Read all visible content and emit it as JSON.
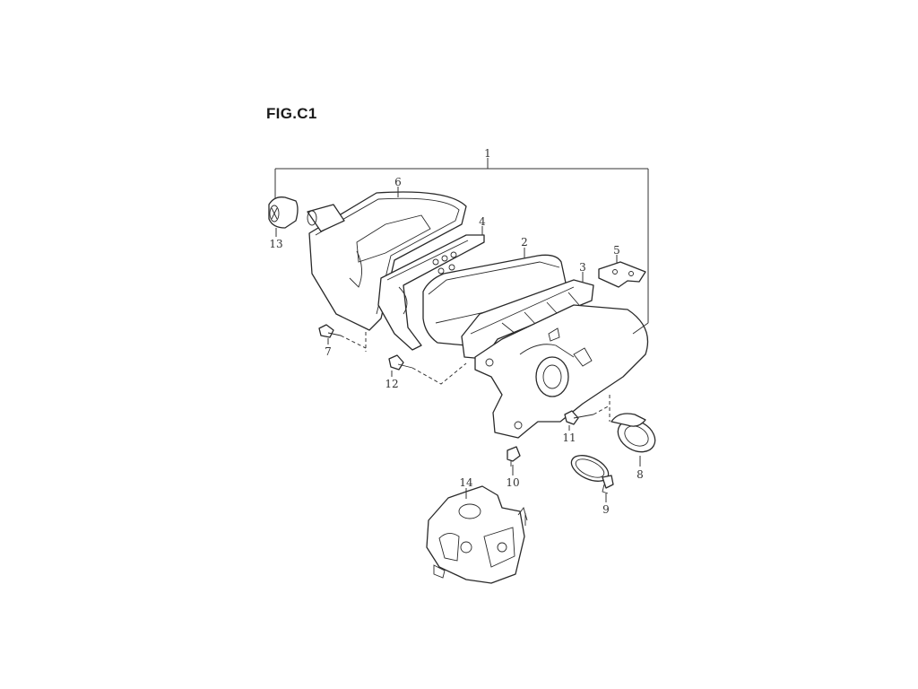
{
  "figure": {
    "title": "FIG.C1"
  },
  "callouts": [
    {
      "id": "1",
      "label": "1"
    },
    {
      "id": "2",
      "label": "2"
    },
    {
      "id": "3",
      "label": "3"
    },
    {
      "id": "4",
      "label": "4"
    },
    {
      "id": "5",
      "label": "5"
    },
    {
      "id": "6",
      "label": "6"
    },
    {
      "id": "7",
      "label": "7"
    },
    {
      "id": "8",
      "label": "8"
    },
    {
      "id": "9",
      "label": "9"
    },
    {
      "id": "10",
      "label": "10"
    },
    {
      "id": "11",
      "label": "11"
    },
    {
      "id": "12",
      "label": "12"
    },
    {
      "id": "13",
      "label": "13"
    },
    {
      "id": "14",
      "label": "14"
    }
  ]
}
